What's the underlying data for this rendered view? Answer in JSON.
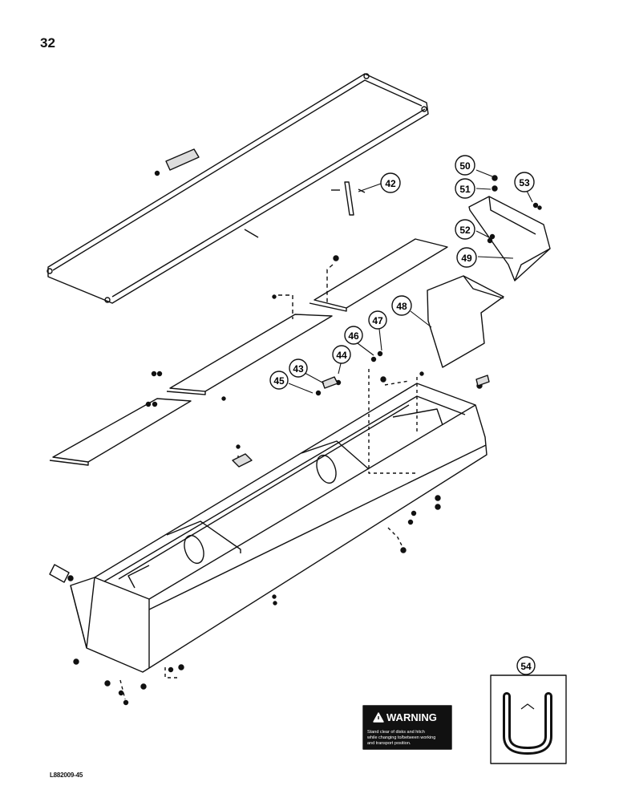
{
  "page": {
    "number": "32",
    "figure_code": "L882009-45"
  },
  "callouts": [
    {
      "id": "c42",
      "label": "42"
    },
    {
      "id": "c43",
      "label": "43"
    },
    {
      "id": "c44",
      "label": "44"
    },
    {
      "id": "c45",
      "label": "45"
    },
    {
      "id": "c46",
      "label": "46"
    },
    {
      "id": "c47",
      "label": "47"
    },
    {
      "id": "c48",
      "label": "48"
    },
    {
      "id": "c49",
      "label": "49"
    },
    {
      "id": "c50",
      "label": "50"
    },
    {
      "id": "c51",
      "label": "51"
    },
    {
      "id": "c52",
      "label": "52"
    },
    {
      "id": "c53",
      "label": "53"
    },
    {
      "id": "c54",
      "label": "54"
    }
  ],
  "warning_decal": {
    "heading": "WARNING",
    "lines": [
      "Stand clear of disks and hitch",
      "while changing to/between working",
      "and transport position."
    ]
  }
}
